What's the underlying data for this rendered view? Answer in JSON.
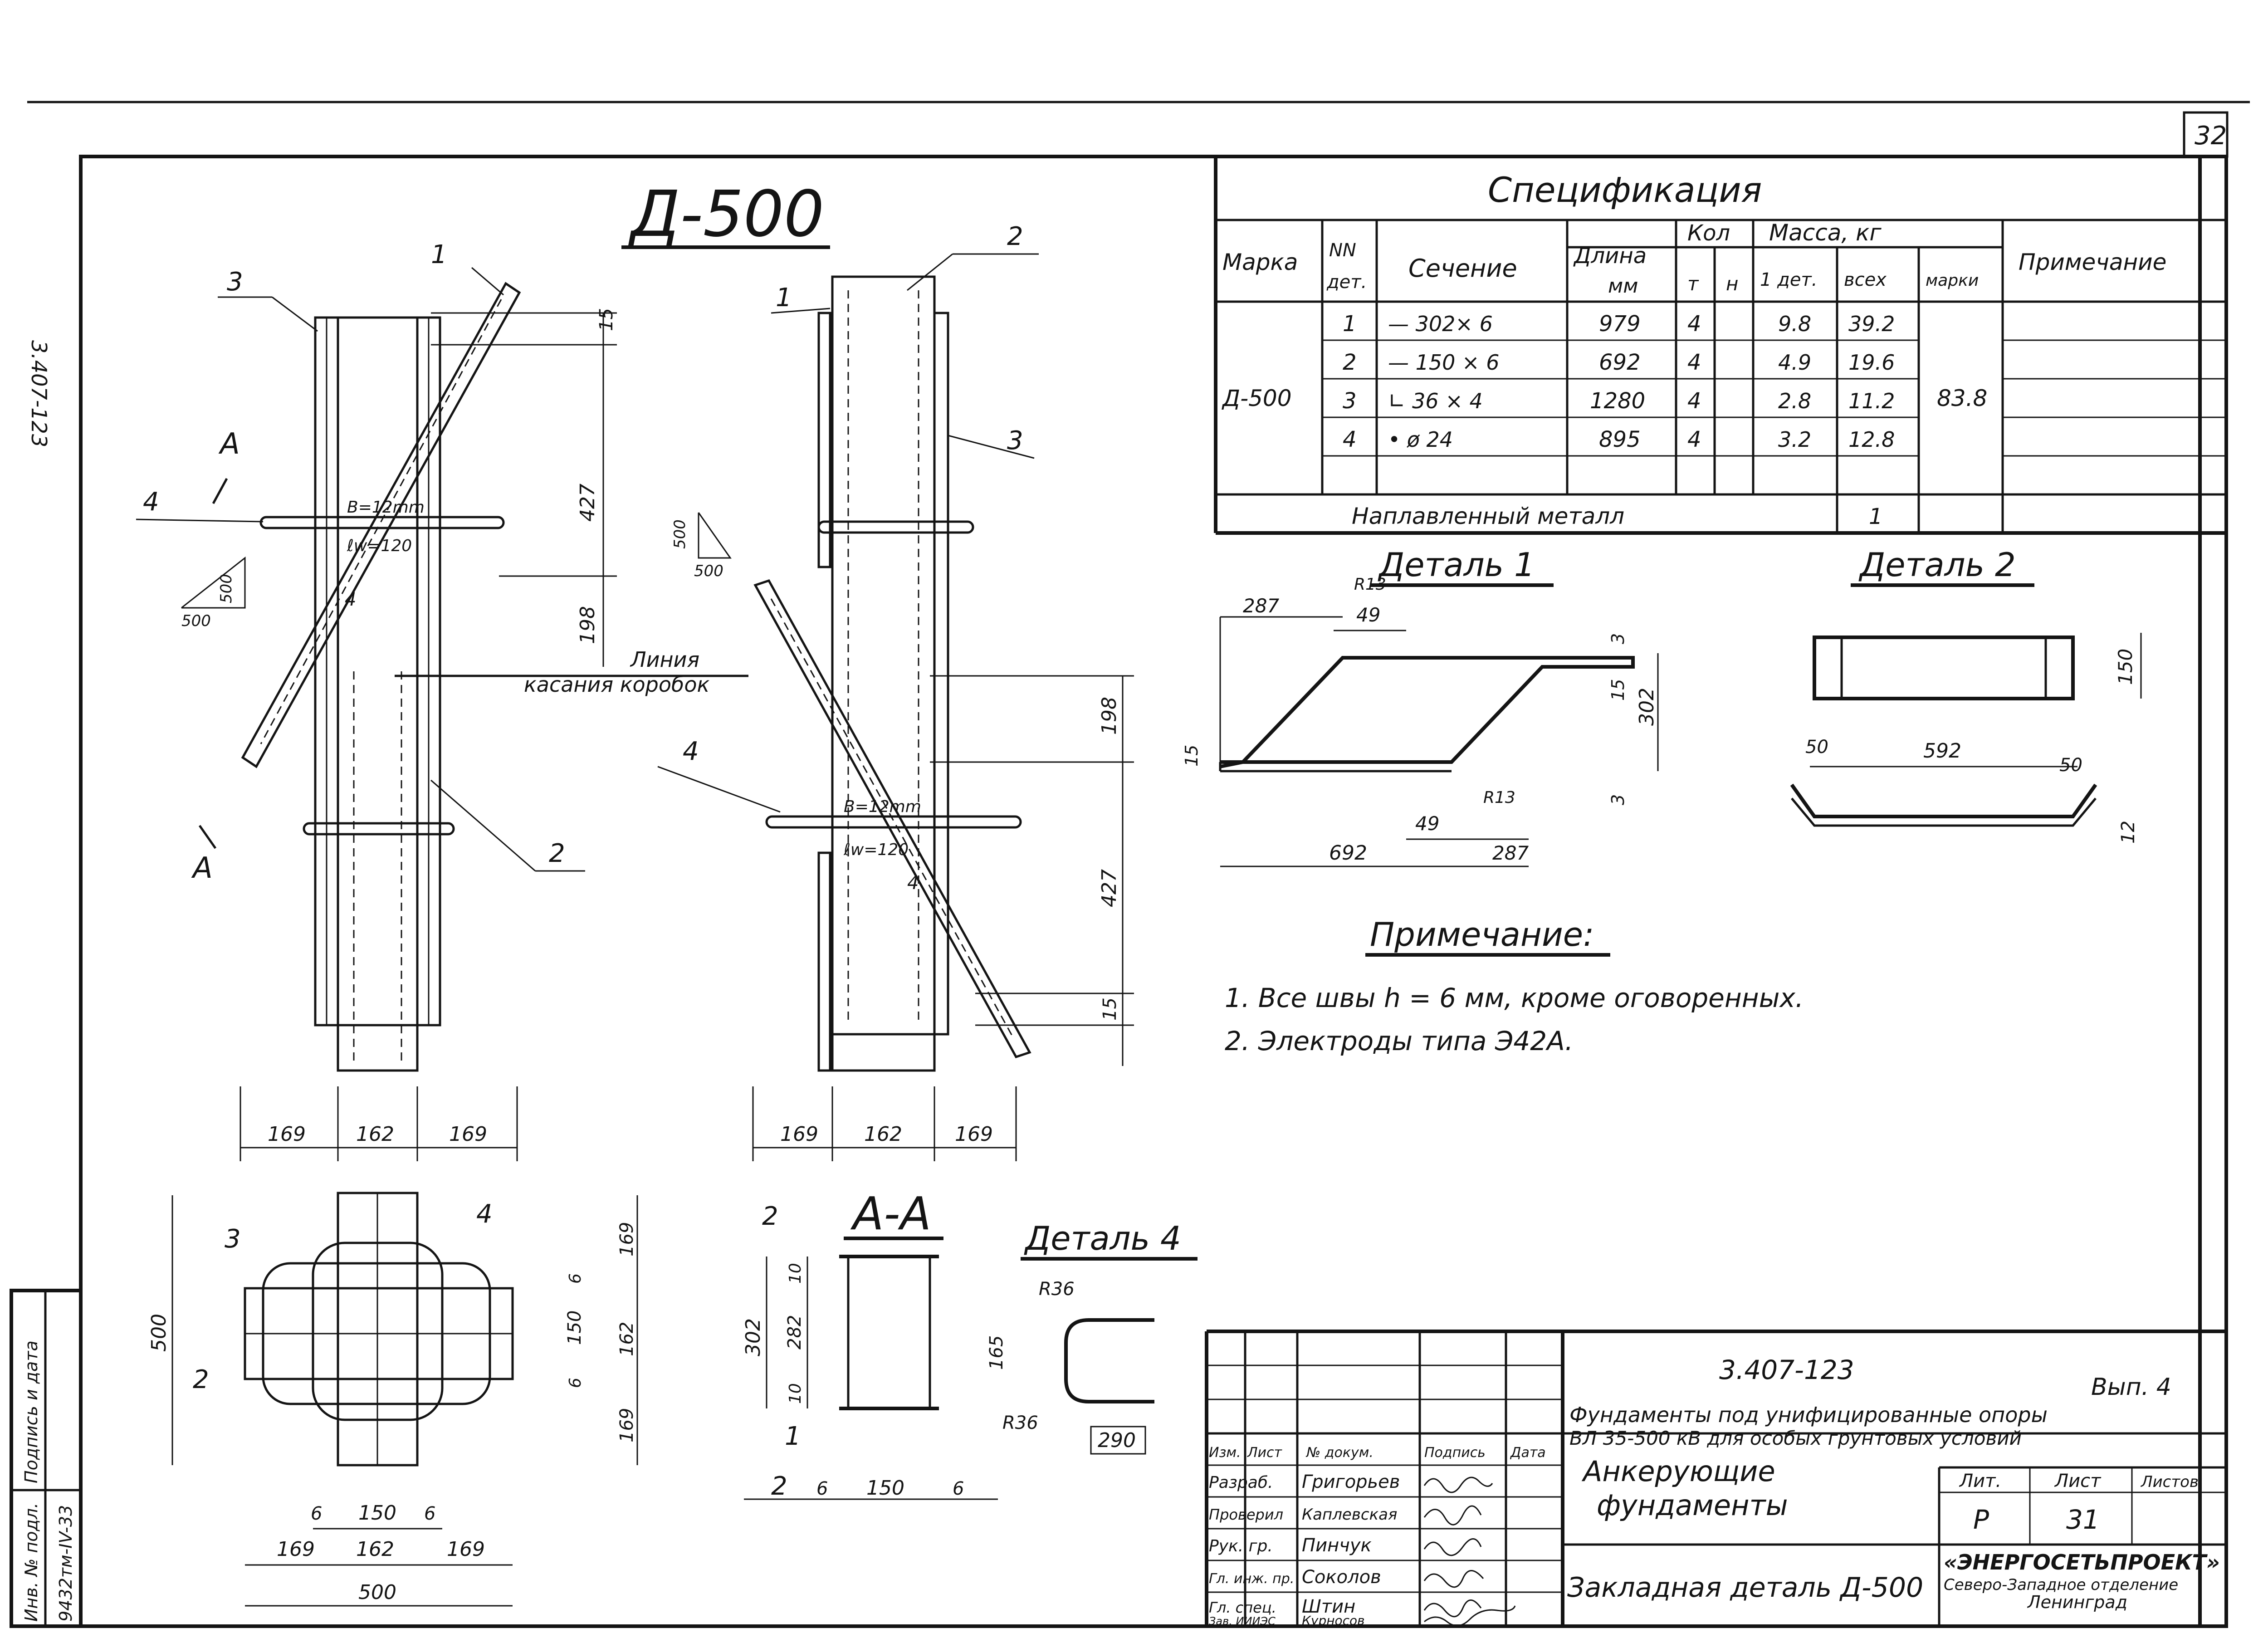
{
  "sheet": {
    "page_number": "32",
    "side_code": "3.407-123",
    "inv_label": "Инв. № подл.",
    "inv_value": "9432тм-IV-33",
    "sign_label": "Подпись и дата"
  },
  "main_view": {
    "title": "Д-500",
    "line_label_1": "Линия",
    "line_label_2": "касания коробок",
    "weld_b": "B=12mm",
    "weld_l": "ℓw=120",
    "weld_mark": "4",
    "dims": [
      "169",
      "162",
      "169"
    ],
    "vdims": [
      "15",
      "427",
      "198"
    ],
    "slope": [
      "500",
      "500"
    ],
    "section_mark": "A",
    "callouts": [
      "1",
      "2",
      "3",
      "4"
    ]
  },
  "side_view": {
    "dims": [
      "169",
      "162",
      "169"
    ],
    "vdims": [
      "198",
      "427",
      "15"
    ],
    "slope": [
      "500",
      "500"
    ],
    "weld_b": "B=12mm",
    "weld_l": "ℓw=120",
    "weld_mark": "4",
    "callouts": [
      "1",
      "2",
      "3",
      "4"
    ]
  },
  "plan_view": {
    "dims_h1": [
      "6",
      "150",
      "6"
    ],
    "dims_h2": [
      "169",
      "162",
      "169"
    ],
    "dim_total": "500",
    "dim_v_left": "500",
    "dims_v_right": [
      "169",
      "6",
      "150",
      "162",
      "6",
      "169"
    ],
    "callouts": [
      "2",
      "3",
      "4"
    ]
  },
  "section_aa": {
    "title": "А-А",
    "dims_v": [
      "302",
      "10",
      "282",
      "10"
    ],
    "dims_h": [
      "6",
      "150",
      "6"
    ],
    "callouts": [
      "1",
      "2"
    ]
  },
  "detail4": {
    "title": "Деталь 4",
    "r1": "R36",
    "r2": "R36",
    "h": "165",
    "w": "290"
  },
  "spec": {
    "title": "Спецификация",
    "headers": {
      "mark": "Марка",
      "nn": "NN",
      "det": "дет.",
      "section": "Сечение",
      "length": "Длина",
      "mm": "мм",
      "qty": "Кол",
      "t": "т",
      "n": "н",
      "mass": "Масса, кг",
      "one_det": "1 дет.",
      "all": "всех",
      "mark_mass": "марки",
      "note": "Примечание"
    },
    "mark_value": "Д-500",
    "mark_mass_value": "83.8",
    "rows": [
      {
        "n": "1",
        "section": "— 302× 6",
        "length": "979",
        "qty": "4",
        "one": "9.8",
        "all": "39.2"
      },
      {
        "n": "2",
        "section": "— 150 × 6",
        "length": "692",
        "qty": "4",
        "one": "4.9",
        "all": "19.6"
      },
      {
        "n": "3",
        "section": "∟ 36 × 4",
        "length": "1280",
        "qty": "4",
        "one": "2.8",
        "all": "11.2"
      },
      {
        "n": "4",
        "section": "• ø 24",
        "length": "895",
        "qty": "4",
        "one": "3.2",
        "all": "12.8"
      }
    ],
    "weld_metal_label": "Наплавленный металл",
    "weld_metal_value": "1"
  },
  "detail1": {
    "title": "Деталь 1",
    "dims": [
      "287",
      "R13",
      "49",
      "3",
      "15",
      "302",
      "15",
      "3",
      "R13",
      "49",
      "692",
      "287"
    ]
  },
  "detail2": {
    "title": "Деталь 2",
    "dims": [
      "150",
      "592",
      "50",
      "50",
      "12"
    ]
  },
  "notes": {
    "title": "Примечание:",
    "items": [
      "1.  Все швы   h = 6 мм, кроме  оговоренных.",
      "2.  Электроды типа Э42А."
    ]
  },
  "stamp": {
    "code": "3.407-123",
    "issue": "Вып. 4",
    "project_1": "Фундаменты под унифицированные опоры",
    "project_2": "ВЛ 35-500 кВ для особых грунтовых условий",
    "cols": [
      "Изм.",
      "Лист",
      "№ докум.",
      "Подпись",
      "Дата"
    ],
    "roles": [
      "Разраб.",
      "Проверил",
      "Рук. гр.",
      "Гл. инж. пр.",
      "Гл. спец.",
      "Зав. ИИИЭС"
    ],
    "people": [
      "Григорьев",
      "Каплевская",
      "Пинчук",
      "Соколов",
      "Штин",
      "Курносов"
    ],
    "doc_title_1": "Анкерующие",
    "doc_title_2": "фундаменты",
    "lit_label": "Лит.",
    "sheet_label": "Лист",
    "sheets_label": "Листов",
    "lit_value": "Р",
    "sheet_value": "31",
    "drawing_name": "Закладная деталь Д-500",
    "org_1": "«ЭНЕРГОСЕТЬПРОЕКТ»",
    "org_2": "Северо-Западное отделение",
    "org_3": "Ленинград"
  }
}
